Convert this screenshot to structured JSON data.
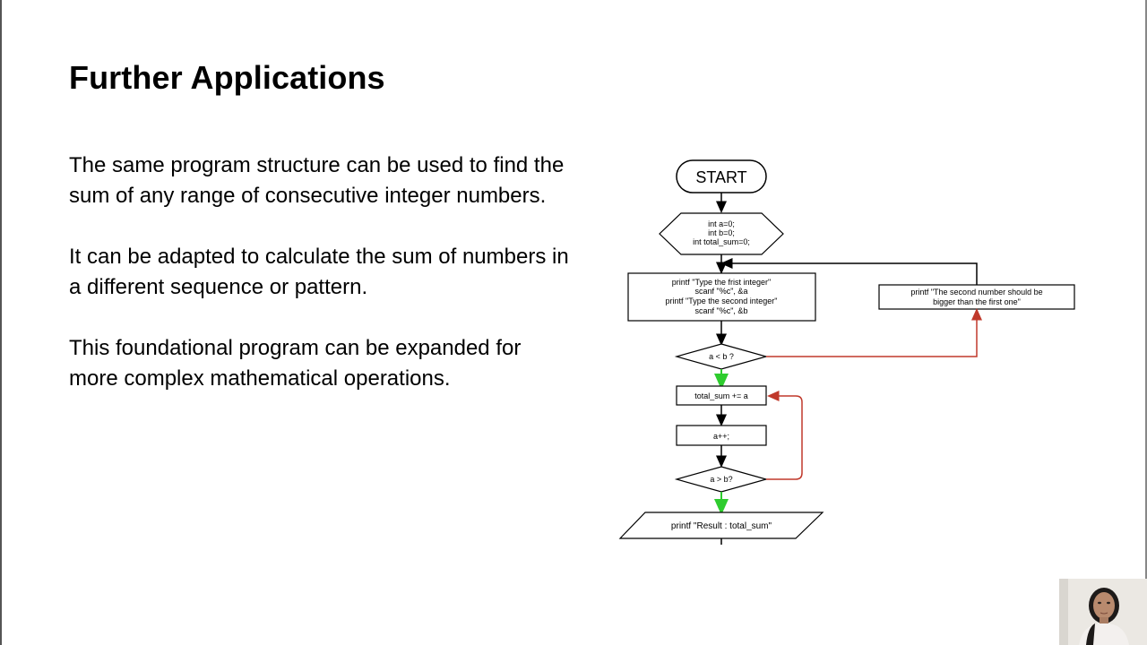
{
  "slide": {
    "title": "Further Applications",
    "paragraphs": [
      "The same program structure can be used to find the sum of any range of consecutive integer numbers.",
      "It can be adapted to calculate the sum of numbers in a different sequence or pattern.",
      "This foundational program can be expanded for more complex mathematical operations."
    ]
  },
  "flowchart": {
    "start": "START",
    "init": [
      "int a=0;",
      "int b=0;",
      "int total_sum=0;"
    ],
    "input": [
      "printf \"Type the frist integer\"",
      "scanf \"%c\", &a",
      "printf \"Type the second integer\"",
      "scanf \"%c\", &b"
    ],
    "error_msg": [
      "printf \"The second number should be",
      "bigger than the first one\""
    ],
    "cond1": "a < b ?",
    "sum_step": "total_sum += a",
    "inc_step": "a++;",
    "cond2": "a > b?",
    "output": "printf \"Result : total_sum\"",
    "colors": {
      "yes_arrow": "#2ecc2e",
      "no_arrow": "#c0392b",
      "line": "#000000"
    }
  },
  "webcam": {
    "icon": "presenter-webcam"
  }
}
